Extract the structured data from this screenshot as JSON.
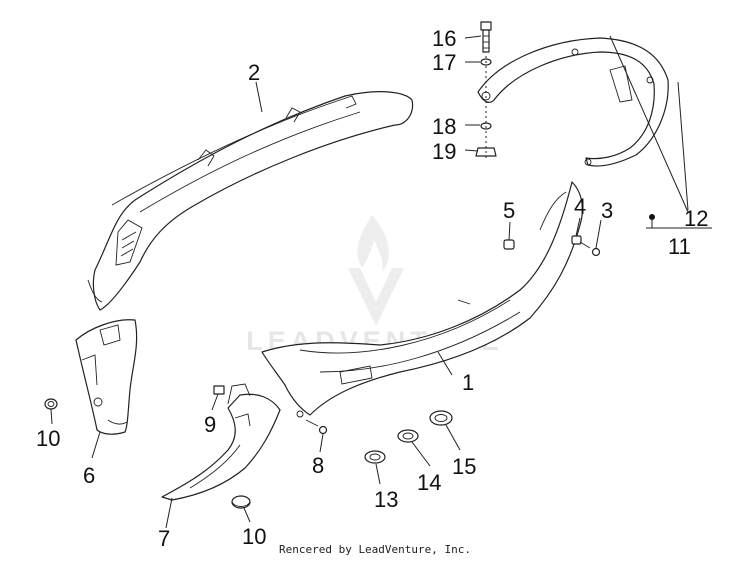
{
  "diagram": {
    "callouts": [
      "1",
      "2",
      "3",
      "4",
      "5",
      "6",
      "7",
      "8",
      "9",
      "10",
      "10",
      "11",
      "12",
      "13",
      "14",
      "15",
      "16",
      "17",
      "18",
      "19"
    ],
    "watermark": "LEADVENTURE",
    "credit": "Rencered by LeadVenture, Inc."
  }
}
